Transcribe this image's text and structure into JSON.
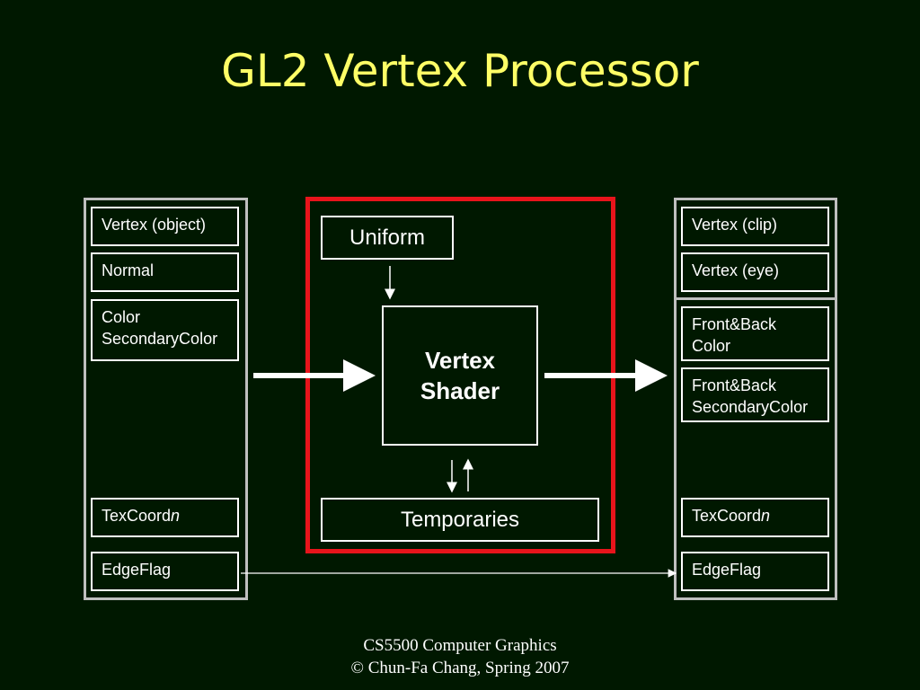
{
  "title": "GL2 Vertex Processor",
  "inputs": {
    "vertex_object": "Vertex (object)",
    "normal": "Normal",
    "color": "Color\nSecondaryColor",
    "texcoord_prefix": "TexCoord",
    "texcoord_suffix": "n",
    "edgeflag": "EdgeFlag"
  },
  "center": {
    "uniform": "Uniform",
    "vertex_shader": "Vertex\nShader",
    "temporaries": "Temporaries"
  },
  "outputs": {
    "vertex_clip": "Vertex (clip)",
    "vertex_eye": "Vertex (eye)",
    "front_back_color": "Front&Back\nColor",
    "front_back_secondary": "Front&Back\nSecondaryColor",
    "texcoord_prefix": "TexCoord",
    "texcoord_suffix": "n",
    "edgeflag": "EdgeFlag"
  },
  "footer": {
    "line1": "CS5500 Computer Graphics",
    "line2": "© Chun-Fa Chang,  Spring 2007"
  },
  "colors": {
    "background": "#001800",
    "title": "#ffff66",
    "shader_frame": "#e8141b",
    "panel_border": "#bfbfbf"
  }
}
